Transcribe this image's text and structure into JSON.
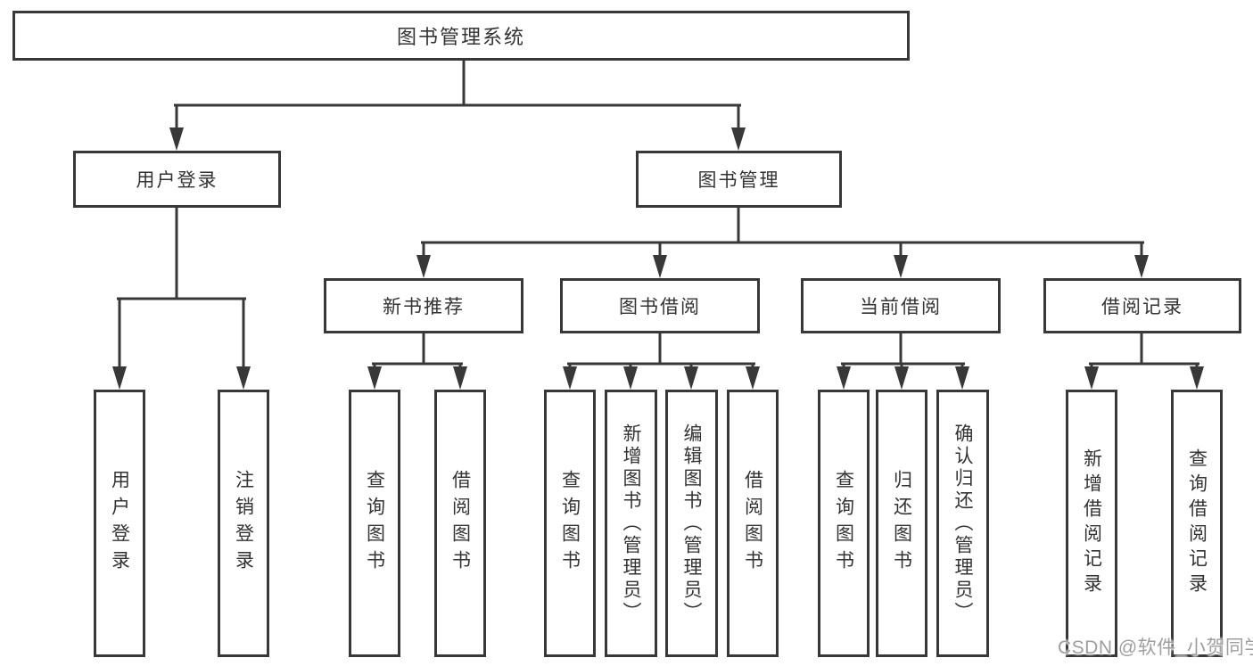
{
  "diagram": {
    "root": "图书管理系统",
    "children": [
      {
        "label": "用户登录",
        "children": [
          {
            "label": "用户登录"
          },
          {
            "label": "注销登录"
          }
        ]
      },
      {
        "label": "图书管理",
        "children": [
          {
            "label": "新书推荐",
            "children": [
              {
                "label": "查询图书"
              },
              {
                "label": "借阅图书"
              }
            ]
          },
          {
            "label": "图书借阅",
            "children": [
              {
                "label": "查询图书"
              },
              {
                "label": "新增图书（管理员）"
              },
              {
                "label": "编辑图书（管理员）"
              },
              {
                "label": "借阅图书"
              }
            ]
          },
          {
            "label": "当前借阅",
            "children": [
              {
                "label": "查询图书"
              },
              {
                "label": "归还图书"
              },
              {
                "label": "确认归还（管理员）"
              }
            ]
          },
          {
            "label": "借阅记录",
            "children": [
              {
                "label": "新增借阅记录"
              },
              {
                "label": "查询借阅记录"
              }
            ]
          }
        ]
      }
    ]
  },
  "watermark": "CSDN @软件_小贺同学",
  "colors": {
    "line": "#383838",
    "text": "#333333",
    "watermark": "#9e9e9e",
    "background": "#ffffff"
  }
}
